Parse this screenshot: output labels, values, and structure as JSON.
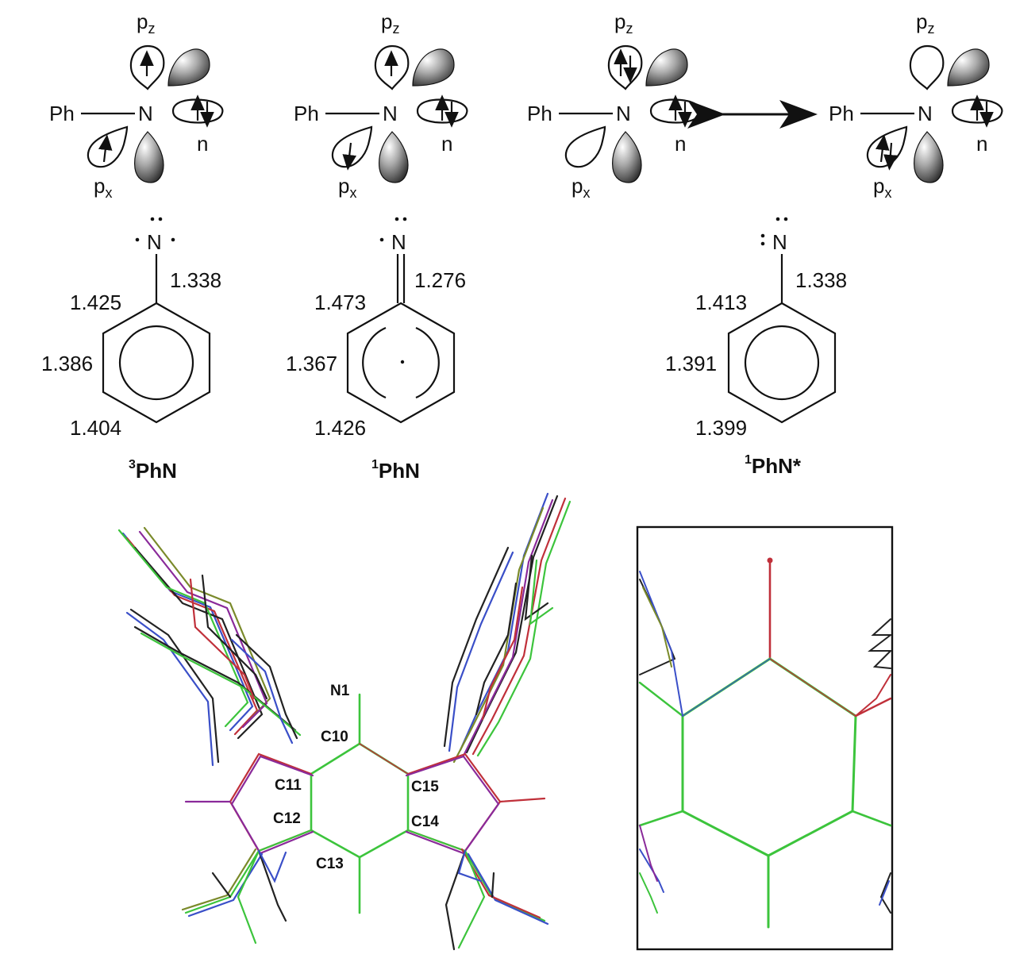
{
  "orbital_labels": {
    "pz": "p",
    "pz_sub": "z",
    "px": "p",
    "px_sub": "x",
    "n": "n",
    "ph": "Ph",
    "n_atom": "N"
  },
  "structures": [
    {
      "id": "triplet",
      "name_sup": "3",
      "name": "PhN",
      "bond_cn": "1.338",
      "bond_a": "1.425",
      "bond_b": "1.386",
      "bond_c": "1.404"
    },
    {
      "id": "singlet",
      "name_sup": "1",
      "name": "PhN",
      "bond_cn": "1.276",
      "bond_a": "1.473",
      "bond_b": "1.367",
      "bond_c": "1.426"
    },
    {
      "id": "singlet_star",
      "name_sup": "1",
      "name": "PhN*",
      "bond_cn": "1.338",
      "bond_a": "1.413",
      "bond_b": "1.391",
      "bond_c": "1.399"
    }
  ],
  "atom_labels": {
    "n1": "N1",
    "c10": "C10",
    "c11": "C11",
    "c12": "C12",
    "c13": "C13",
    "c14": "C14",
    "c15": "C15"
  },
  "colors": {
    "ring_green": "#3cc43c",
    "red": "#c0303a",
    "blue": "#3a4fc8",
    "purple": "#8a2a9a",
    "olive": "#7a8a2a",
    "dark": "#222222"
  }
}
